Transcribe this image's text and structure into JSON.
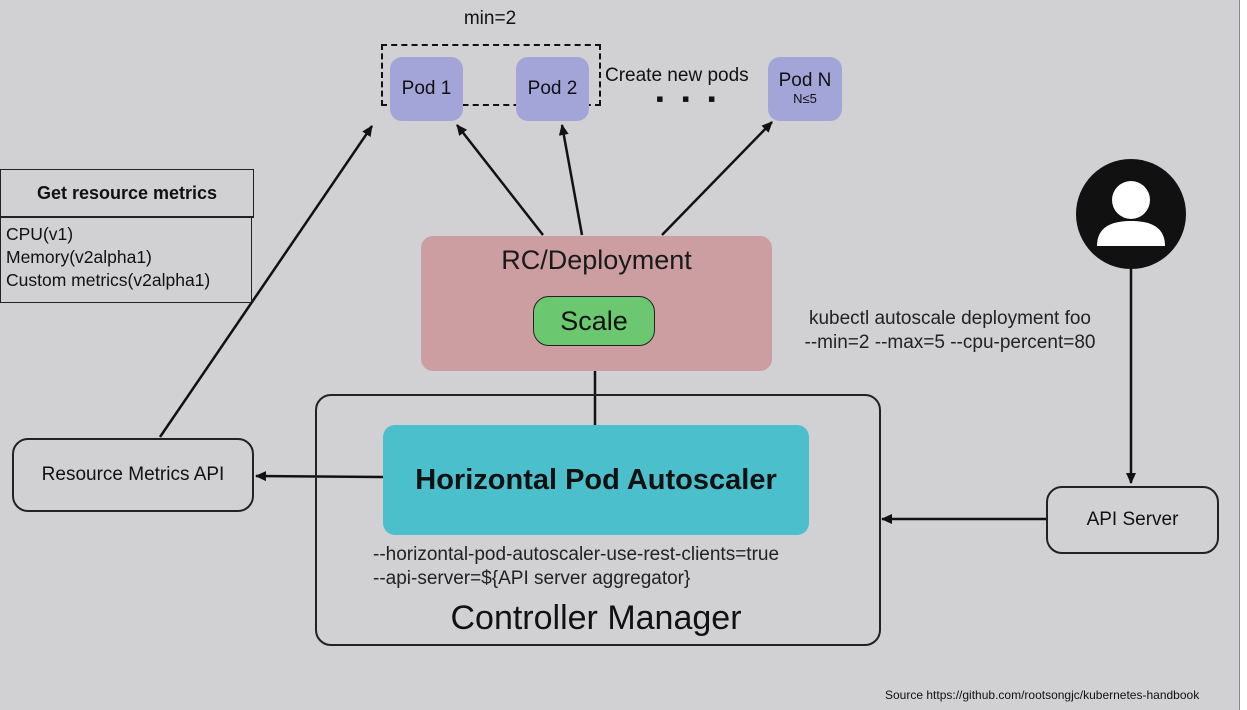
{
  "pods": {
    "min_label": "min=2",
    "pod1": "Pod 1",
    "pod2": "Pod 2",
    "ellipsis": "▪ ▪ ▪",
    "create_label": "Create new pods",
    "podn": "Pod N",
    "podn_sub": "N≤5"
  },
  "metrics": {
    "header": "Get resource metrics",
    "items": [
      "CPU(v1)",
      "Memory(v2alpha1)",
      "Custom metrics(v2alpha1)"
    ]
  },
  "rc": {
    "title": "RC/Deployment",
    "scale": "Scale"
  },
  "command": {
    "line1": "kubectl autoscale deployment foo",
    "line2": "--min=2 --max=5 --cpu-percent=80"
  },
  "controller": {
    "title": "Controller Manager",
    "hpa": "Horizontal Pod Autoscaler",
    "flag1": "--horizontal-pod-autoscaler-use-rest-clients=true",
    "flag2": "--api-server=${API server aggregator}"
  },
  "resource_metrics_api": "Resource Metrics API",
  "api_server": "API Server",
  "user_icon": "user-avatar-icon",
  "source": "Source https://github.com/rootsongjc/kubernetes-handbook",
  "colors": {
    "background": "#d1d1d4",
    "pod": "#a3a4d8",
    "rc": "#cc9ea2",
    "scale": "#6cc870",
    "hpa": "#4bbfcb"
  }
}
